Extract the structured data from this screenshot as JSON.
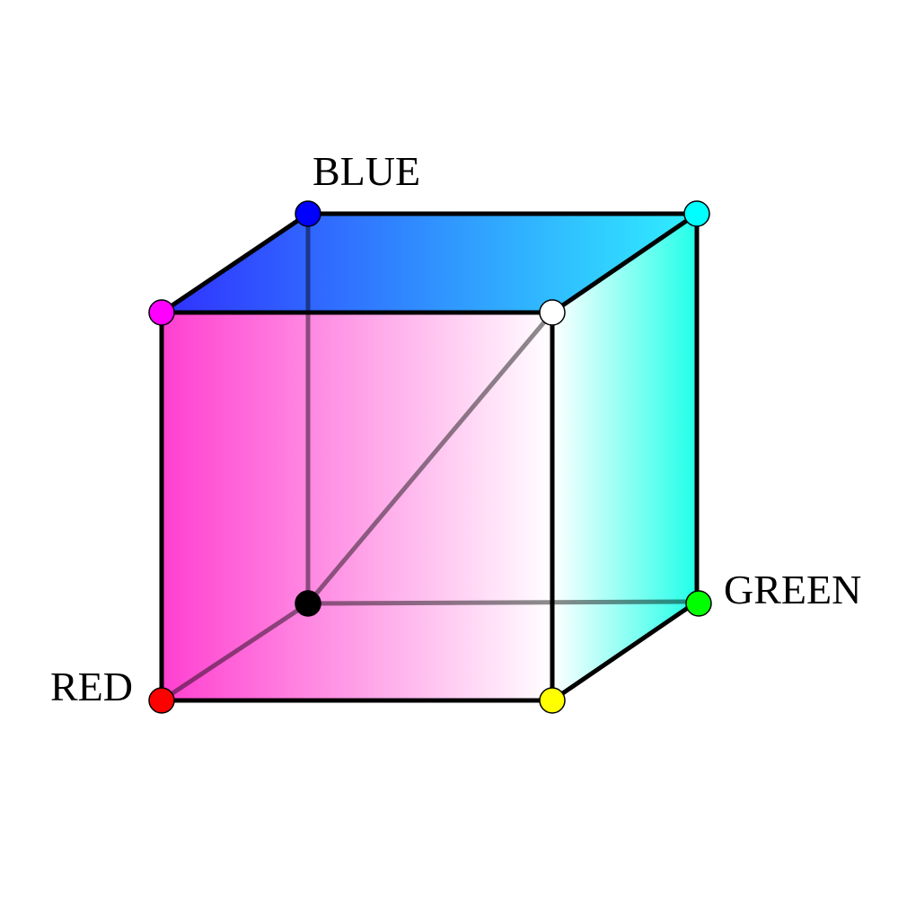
{
  "labels": {
    "red": "RED",
    "green": "GREEN",
    "blue": "BLUE"
  },
  "vertices": {
    "black": {
      "color": "#000000"
    },
    "red": {
      "color": "#ff0000"
    },
    "green": {
      "color": "#00ff00"
    },
    "blue": {
      "color": "#0000ff"
    },
    "yellow": {
      "color": "#ffff00"
    },
    "cyan": {
      "color": "#00ffff"
    },
    "magenta": {
      "color": "#ff00ff"
    },
    "white": {
      "color": "#ffffff"
    }
  }
}
